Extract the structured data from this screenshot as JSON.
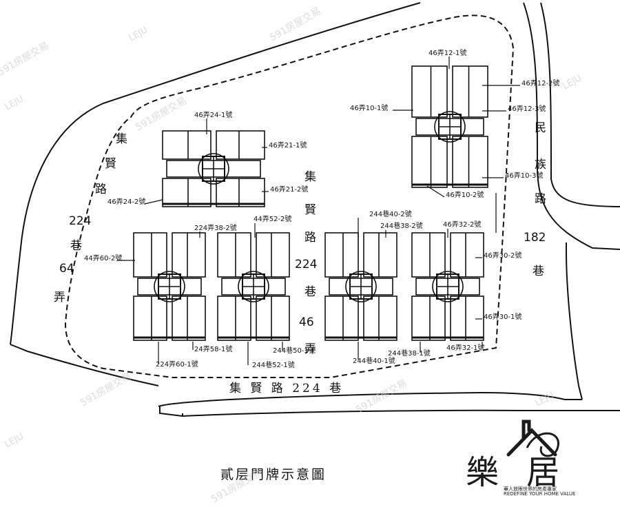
{
  "title": "貳层門牌示意圖",
  "roads": {
    "left_top": [
      "集",
      "賢",
      "路"
    ],
    "left_mid": "224",
    "left_lane": [
      "巷"
    ],
    "left_num": "64",
    "left_alley": [
      "弄"
    ],
    "right_top": [
      "民",
      "族",
      "路"
    ],
    "right_num": "182",
    "right_lane": [
      "巷"
    ],
    "center_top": [
      "集",
      "賢",
      "路"
    ],
    "center_num": "224",
    "center_lane": [
      "巷"
    ],
    "center_num2": "46",
    "center_alley": [
      "弄"
    ],
    "bottom": "集 賢 路 224 巷"
  },
  "addresses": {
    "b1_top": "46弄24-1號",
    "b1_r1": "46弄21-1號",
    "b1_r2": "46弄21-2號",
    "b1_left": "46弄24-2號",
    "b2_top": "46弄12-1號",
    "b2_r1": "46弄12-2號",
    "b2_left": "46弄10-1號",
    "b2_r2": "46弄12-3號",
    "b2_r3": "46弄10-3號",
    "b2_bottom": "46弄10-2號",
    "b3_left": "44弄60-2號",
    "b3_top": "224弄38-2號",
    "b3_bottom": "24弄58-1號",
    "b3_bottom2": "224弄60-1號",
    "b4_top": "44弄52-2號",
    "b4_bottom": "244巷52-1號",
    "b4_bottom2": "244巷50-1號",
    "b5_top": "244巷40-2號",
    "b5_top2": "244巷38-2號",
    "b5_bottom": "244巷40-1號",
    "b6_top": "46弄32-2號",
    "b6_r1": "46弄30-2號",
    "b6_r2": "46弄30-1號",
    "b6_bottom": "244巷38-1號",
    "b6_bottom2": "46弄32-1號"
  },
  "watermark": {
    "text1": "591房屋交易",
    "text2": "LEJU"
  },
  "brand": {
    "name": "樂居",
    "sub": "華人放眼世界的房產專家",
    "sub2": "REDEFINE YOUR HOME VALUE"
  }
}
